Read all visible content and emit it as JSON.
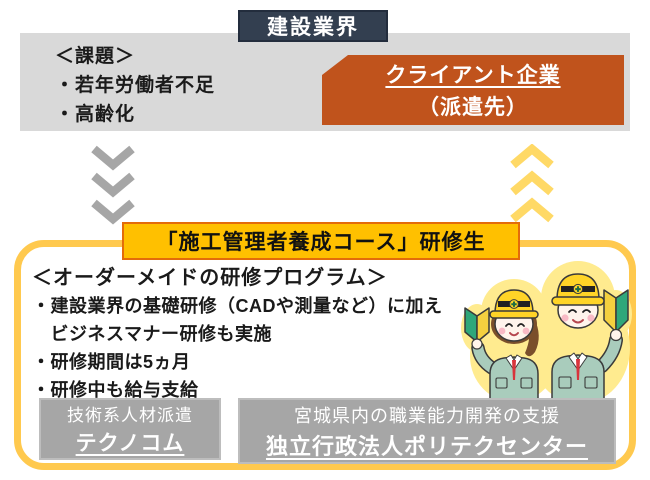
{
  "colors": {
    "navy": "#333F50",
    "panel_gray": "#D9D9D9",
    "orange": "#C0531C",
    "gold": "#FFC000",
    "gold_border": "#E36C0A",
    "frame_yellow": "#FFC94E",
    "chevron_gray": "#A6A6A6",
    "chevron_yellow": "#FFD966",
    "org_gray": "#A6A6A6"
  },
  "industry": {
    "title": "建設業界",
    "issues": {
      "heading": "＜課題＞",
      "items": [
        "・若年労働者不足",
        "・高齢化"
      ]
    },
    "client_box": {
      "line1": "クライアント企業",
      "line2": "（派遣先）"
    }
  },
  "icons": {
    "down_arrows": "triple-chevron-down",
    "up_arrows": "triple-chevron-up",
    "illustration": "two-construction-workers"
  },
  "trainee": {
    "header": "「施工管理者養成コース」研修生",
    "program": {
      "heading": "＜オーダーメイドの研修プログラム＞",
      "items": [
        "・建設業界の基礎研修（CADや測量など）に加え",
        "　ビジネスマナー研修も実施",
        "・研修期間は5ヵ月",
        "・研修中も給与支給"
      ]
    },
    "orgs": [
      {
        "role": "技術系人材派遣",
        "name": "テクノコム"
      },
      {
        "role": "宮城県内の職業能力開発の支援",
        "name": "独立行政法人ポリテクセンター"
      }
    ]
  }
}
